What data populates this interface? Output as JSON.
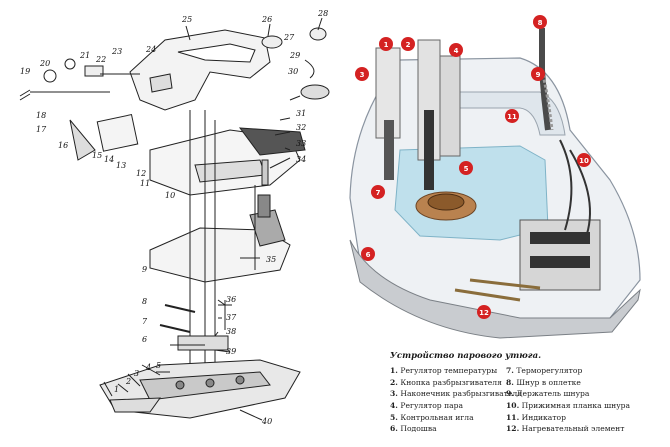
{
  "exploded_view": {
    "part_numbers": [
      "1",
      "2",
      "3",
      "4",
      "5",
      "6",
      "7",
      "8",
      "9",
      "10",
      "11",
      "12",
      "13",
      "14",
      "15",
      "16",
      "17",
      "18",
      "19",
      "20",
      "21",
      "22",
      "23",
      "24",
      "25",
      "26",
      "27",
      "28",
      "29",
      "30",
      "31",
      "32",
      "33",
      "34",
      "35",
      "36",
      "37",
      "38",
      "39",
      "40"
    ]
  },
  "cutaway": {
    "markers": [
      "1",
      "2",
      "3",
      "4",
      "5",
      "6",
      "7",
      "8",
      "9",
      "10",
      "11",
      "12"
    ],
    "marker_color": "#d42222"
  },
  "caption": "Устройство парового утюга.",
  "legend_left": [
    {
      "num": "1.",
      "text": "Регулятор температуры"
    },
    {
      "num": "2.",
      "text": "Кнопка разбрызгивателя"
    },
    {
      "num": "3.",
      "text": "Наконечник разбрызгивателя"
    },
    {
      "num": "4.",
      "text": "Регулятор пара"
    },
    {
      "num": "5.",
      "text": "Контрольная игла"
    },
    {
      "num": "6.",
      "text": "Подошва"
    }
  ],
  "legend_right": [
    {
      "num": "7.",
      "text": "Терморегулятор"
    },
    {
      "num": "8.",
      "text": "Шнур в оплетке"
    },
    {
      "num": "9.",
      "text": "Держатель шнура"
    },
    {
      "num": "10.",
      "text": "Прижимная планка шнура"
    },
    {
      "num": "11.",
      "text": "Индикатор"
    },
    {
      "num": "12.",
      "text": "Нагревательный элемент"
    }
  ]
}
